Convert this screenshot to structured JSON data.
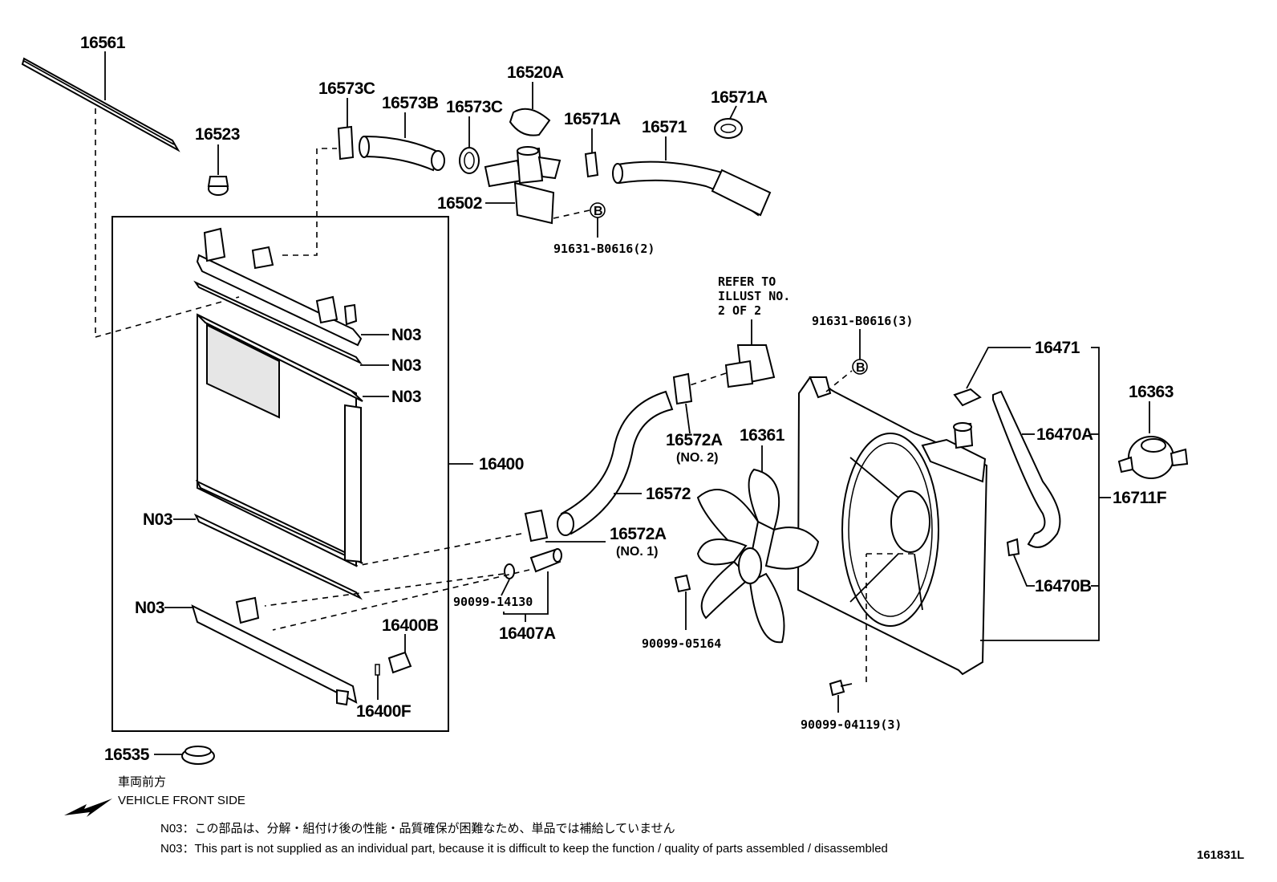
{
  "labels": {
    "p16561": "16561",
    "p16523": "16523",
    "p16573C_a": "16573C",
    "p16573B": "16573B",
    "p16573C_b": "16573C",
    "p16520A": "16520A",
    "p16571A_a": "16571A",
    "p16571A_b": "16571A",
    "p16571": "16571",
    "p16502": "16502",
    "b91631_2": "91631-B0616(2)",
    "refer": [
      "REFER TO",
      "ILLUST NO.",
      "2 OF 2"
    ],
    "b91631_3": "91631-B0616(3)",
    "n03_1": "N03",
    "n03_2": "N03",
    "n03_3": "N03",
    "n03_4": "N03",
    "n03_5": "N03",
    "p16400": "16400",
    "p16572A_no2": "16572A",
    "no2": "(NO. 2)",
    "p16572": "16572",
    "p16572A_no1": "16572A",
    "no1": "(NO. 1)",
    "p16361": "16361",
    "p16471": "16471",
    "p16470A": "16470A",
    "p16363": "16363",
    "p16711F": "16711F",
    "p16470B": "16470B",
    "p90099_14130": "90099-14130",
    "p16407A": "16407A",
    "p16400B": "16400B",
    "p16400F": "16400F",
    "p90099_05164": "90099-05164",
    "p90099_04119": "90099-04119(3)",
    "p16535": "16535",
    "b_marker": "B"
  },
  "front": {
    "jp": "車両前方",
    "en": "VEHICLE FRONT SIDE"
  },
  "notes": {
    "jp": "N03：この部品は、分解・組付け後の性能・品質確保が困難なため、単品では補給していません",
    "en": "N03：This part is not supplied as an individual part, because it is difficult to keep the function / quality of parts assembled / disassembled"
  },
  "illustration_id": "161831L"
}
